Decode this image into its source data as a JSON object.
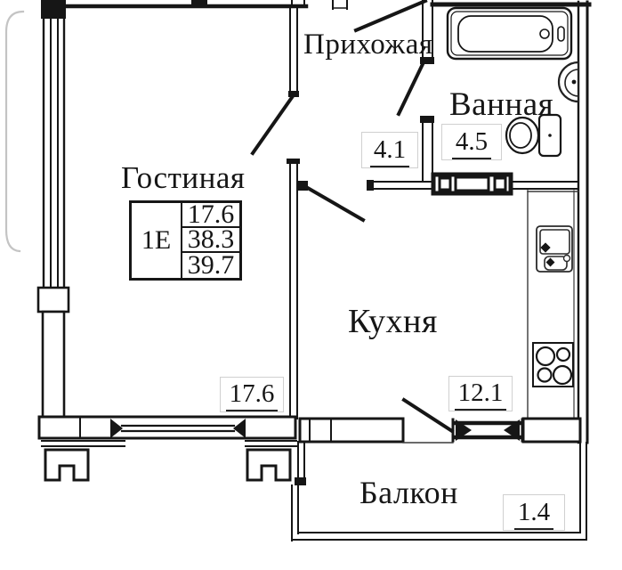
{
  "plan": {
    "rooms": {
      "living": {
        "label": "Гостиная",
        "area": "17.6"
      },
      "hallway": {
        "label": "Прихожая",
        "area": "4.1"
      },
      "bathroom": {
        "label": "Ванная",
        "area": "4.5"
      },
      "kitchen": {
        "label": "Кухня",
        "area": "12.1"
      },
      "balcony": {
        "label": "Балкон",
        "area": "1.4"
      }
    },
    "info_table": {
      "unit": "1Е",
      "rows": [
        "17.6",
        "38.3",
        "39.7"
      ]
    },
    "icons": [
      "bathtub-icon",
      "wall-sink-icon",
      "toilet-icon",
      "kitchen-sink-icon",
      "stove-icon",
      "window-icon",
      "door-swing-icon",
      "vent-block-icon"
    ],
    "colors": {
      "wall": "#161616",
      "counter_line": "#3a3a3a",
      "label_border": "#d0d0d0",
      "page_edge": "#c4c4c4"
    }
  }
}
